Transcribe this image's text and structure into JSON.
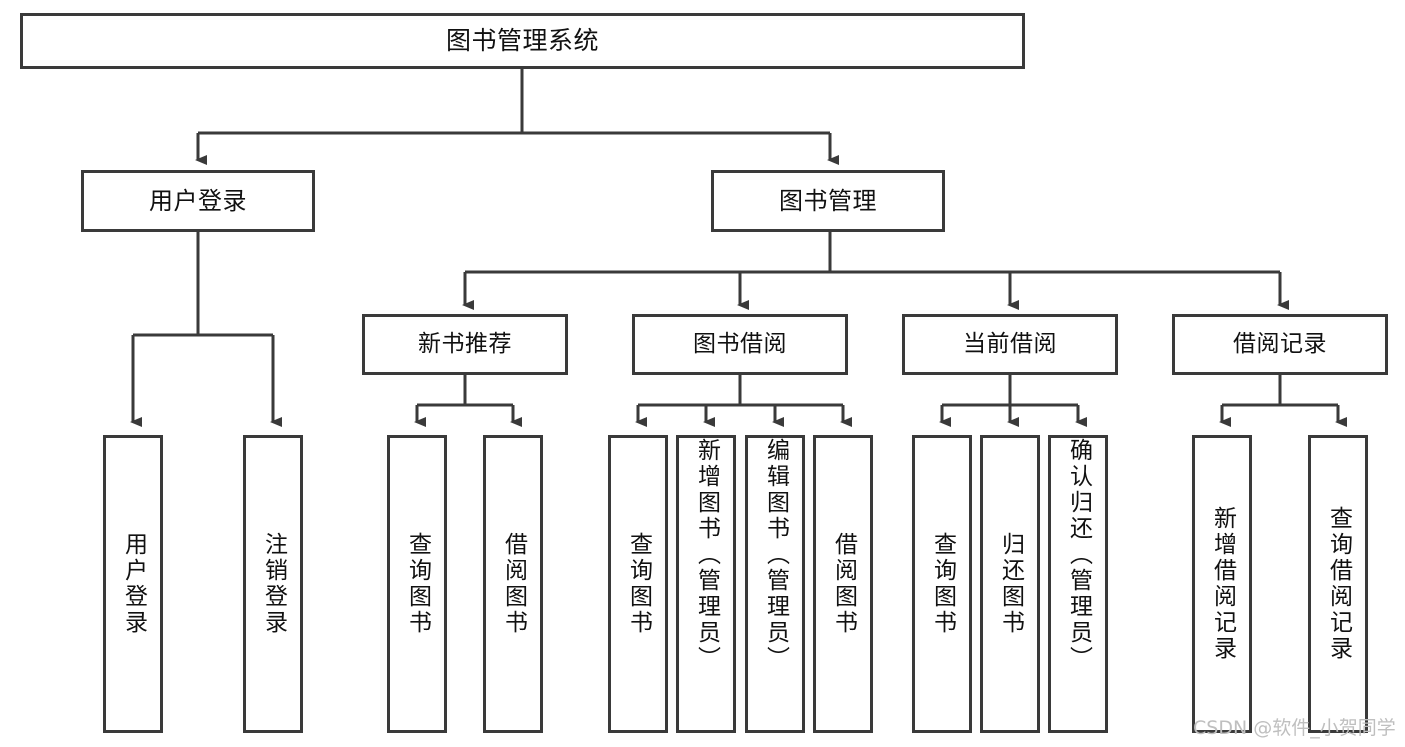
{
  "diagram": {
    "title": "图书管理系统",
    "type": "hierarchy-tree",
    "watermark": "CSDN @软件_小贺同学",
    "colors": {
      "background": "#ffffff",
      "box_border": "#3a3a3a",
      "connector": "#3a3a3a",
      "text": "#111111",
      "watermark": "#bfbfbf"
    },
    "root": {
      "label": "图书管理系统"
    },
    "level2": [
      {
        "label": "用户登录"
      },
      {
        "label": "图书管理"
      }
    ],
    "level3": [
      {
        "label": "新书推荐"
      },
      {
        "label": "图书借阅"
      },
      {
        "label": "当前借阅"
      },
      {
        "label": "借阅记录"
      }
    ],
    "leaves": {
      "user_login": [
        {
          "label": "用户登录"
        },
        {
          "label": "注销登录"
        }
      ],
      "new_book": [
        {
          "label": "查询图书"
        },
        {
          "label": "借阅图书"
        }
      ],
      "book_borrow": [
        {
          "label": "查询图书"
        },
        {
          "label": "新增图书（管理员）"
        },
        {
          "label": "编辑图书（管理员）"
        },
        {
          "label": "借阅图书"
        }
      ],
      "current_borrow": [
        {
          "label": "查询图书"
        },
        {
          "label": "归还图书"
        },
        {
          "label": "确认归还（管理员）"
        }
      ],
      "borrow_record": [
        {
          "label": "新增借阅记录"
        },
        {
          "label": "查询借阅记录"
        }
      ]
    }
  }
}
